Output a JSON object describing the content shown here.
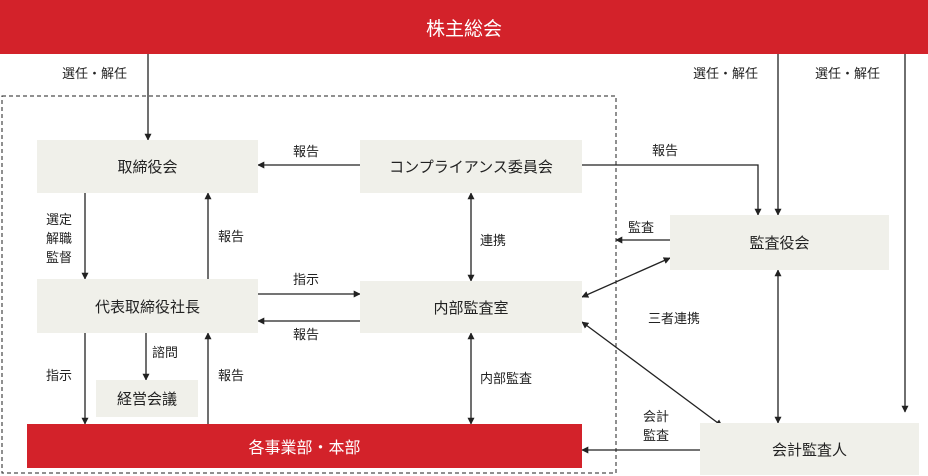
{
  "nodes": {
    "shareholders": "株主総会",
    "board": "取締役会",
    "compliance": "コンプライアンス委員会",
    "auditors": "監査役会",
    "president": "代表取締役社長",
    "internal_audit": "内部監査室",
    "management_meeting": "経営会議",
    "divisions": "各事業部・本部",
    "accounting_auditor": "会計監査人"
  },
  "edges": {
    "elect_board": "選任・解任",
    "elect_auditors": "選任・解任",
    "elect_accounting": "選任・解任",
    "compliance_to_board": "報告",
    "compliance_to_auditors": "報告",
    "board_to_president": [
      "選定",
      "解職",
      "監督"
    ],
    "president_to_board": "報告",
    "compliance_internal": "連携",
    "auditors_audit": "監査",
    "president_instruct_audit": "指示",
    "audit_report_president": "報告",
    "three_party": "三者連携",
    "consult": "諮問",
    "president_instruct_div": "指示",
    "div_report": "報告",
    "internal_audit_div": "内部監査",
    "accounting_audit": [
      "会計",
      "監査"
    ]
  },
  "colors": {
    "accent_red": "#d3222a",
    "box_fill": "#f0f0ea",
    "line": "#222222"
  }
}
